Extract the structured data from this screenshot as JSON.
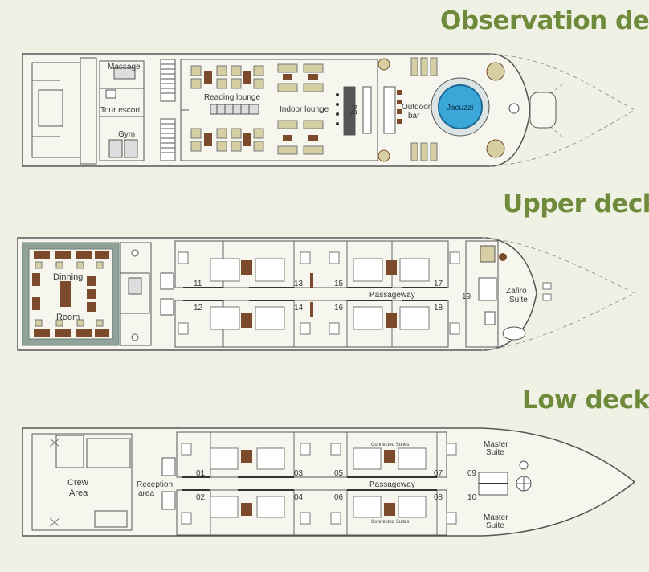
{
  "decks": {
    "observation": {
      "title": "Observation deck",
      "massage": "Massage",
      "tour_escort": "Tour escort",
      "gym": "Gym",
      "reading_lounge": "Reading lounge",
      "indoor_lounge": "Indoor lounge",
      "bar": "Bar",
      "outdoor_bar_1": "Outdoor",
      "outdoor_bar_2": "bar",
      "jacuzzi": "Jacuzzi"
    },
    "upper": {
      "title": "Upper deck",
      "dinning_1": "Dinning",
      "dinning_2": "Room",
      "passageway": "Passageway",
      "zafiro_1": "Zafiro",
      "zafiro_2": "Suite",
      "cabins": [
        "11",
        "12",
        "13",
        "14",
        "15",
        "16",
        "17",
        "18",
        "19"
      ]
    },
    "low": {
      "title": "Low deck",
      "crew_1": "Crew",
      "crew_2": "Area",
      "reception_1": "Reception",
      "reception_2": "area",
      "passageway": "Passageway",
      "connected_suites": "Connected Suites",
      "master_suite_1": "Master",
      "master_suite_2": "Suite",
      "cabins": [
        "01",
        "02",
        "03",
        "04",
        "05",
        "06",
        "07",
        "08",
        "09",
        "10"
      ]
    }
  },
  "colors": {
    "title": "#6e8a3a",
    "background": "#eff1e4",
    "jacuzzi": "#3aa7d8",
    "dining_border": "#8fa39a",
    "furniture": "#d6cfa4",
    "wood": "#7a4a2a"
  }
}
